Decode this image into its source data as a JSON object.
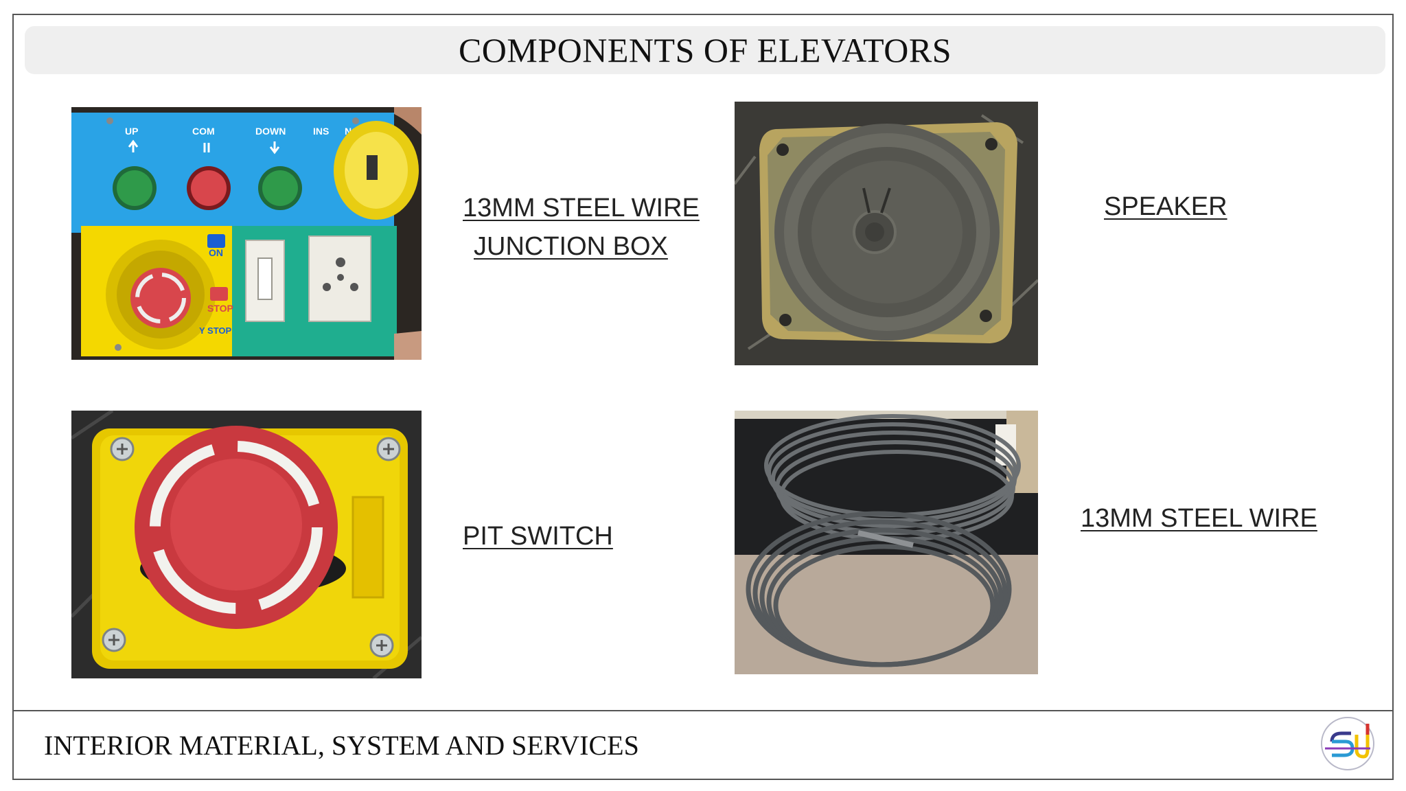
{
  "slide": {
    "title": "COMPONENTS OF ELEVATORS",
    "footer": "INTERIOR MATERIAL, SYSTEM AND SERVICES"
  },
  "items": [
    {
      "label_line1": "13MM STEEL WIRE",
      "label_line2": "JUNCTION BOX",
      "photo": "junction-box-photo"
    },
    {
      "label": "SPEAKER",
      "photo": "speaker-photo"
    },
    {
      "label": "PIT SWITCH",
      "photo": "pit-switch-photo"
    },
    {
      "label": "13MM STEEL WIRE",
      "photo": "steel-wire-photo"
    }
  ],
  "junction_box_panel_text": {
    "up": "UP",
    "com": "COM",
    "down": "DOWN",
    "ins": "INS",
    "nor": "NOR",
    "on": "ON",
    "stop": "STOP",
    "emergency_stop": "Y STOP"
  },
  "colors": {
    "title_bar": "#efefef",
    "panel_blue": "#2aa3e6",
    "panel_yellow": "#f4d800",
    "panel_green": "#1fae8f",
    "button_red": "#d8464c",
    "button_green": "#2f9a4a",
    "wire_grey": "#6b6f72"
  }
}
